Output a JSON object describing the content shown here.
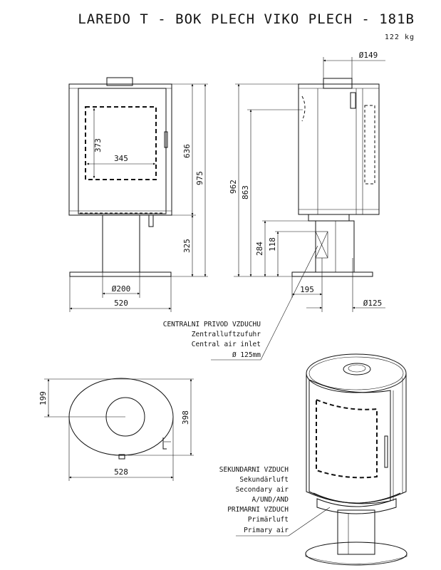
{
  "title": "LAREDO T - BOK PLECH VIKO PLECH - 181B",
  "weight": "122 kg",
  "front_view": {
    "dims": {
      "window_height": "373",
      "window_width": "345",
      "body_height": "636",
      "total_height": "975",
      "pedestal_height": "325",
      "pedestal_diameter": "Ø200",
      "base_width": "520"
    }
  },
  "side_view": {
    "dims": {
      "flue_diameter": "Ø149",
      "flue_height": "962",
      "body_height": "863",
      "air_inlet_height": "284",
      "air_inlet_small": "118",
      "air_inlet_offset": "195",
      "air_inlet_diameter": "Ø125"
    }
  },
  "central_air_label": {
    "cz": "CENTRALNI PRIVOD VZDUCHU",
    "de": "Zentralluftzufuhr",
    "en": "Central air inlet",
    "dia": "Ø 125mm"
  },
  "top_view": {
    "dims": {
      "depth_small": "199",
      "depth": "398",
      "width": "528"
    }
  },
  "air_label": {
    "line1": "SEKUNDARNI VZDUCH",
    "line2": "Sekundärluft",
    "line3": "Secondary air",
    "line4": "A/UND/AND",
    "line5": "PRIMARNI VZDUCH",
    "line6": "Primärluft",
    "line7": "Primary air"
  }
}
